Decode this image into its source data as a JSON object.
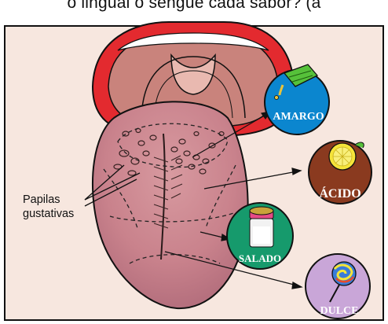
{
  "top_text": "o lingual o sengue cada sabor? (a",
  "callout": {
    "line1": "Papilas",
    "line2": "gustativas"
  },
  "tastes": [
    {
      "label": "AMARGO",
      "color": "#0b86cf",
      "icon": "bitter-leaf-icon"
    },
    {
      "label": "ÁCIDO",
      "color": "#8a3a1f",
      "icon": "lemon-icon"
    },
    {
      "label": "SALADO",
      "color": "#169a6c",
      "icon": "salt-shaker-icon"
    },
    {
      "label": "DULCE",
      "color": "#c9a6d8",
      "icon": "lollipop-icon"
    }
  ],
  "colors": {
    "panel": "#f7e7df",
    "lips": "#e32a2f",
    "tongue": "#c77b86",
    "mouth_inner": "#c9837c"
  }
}
